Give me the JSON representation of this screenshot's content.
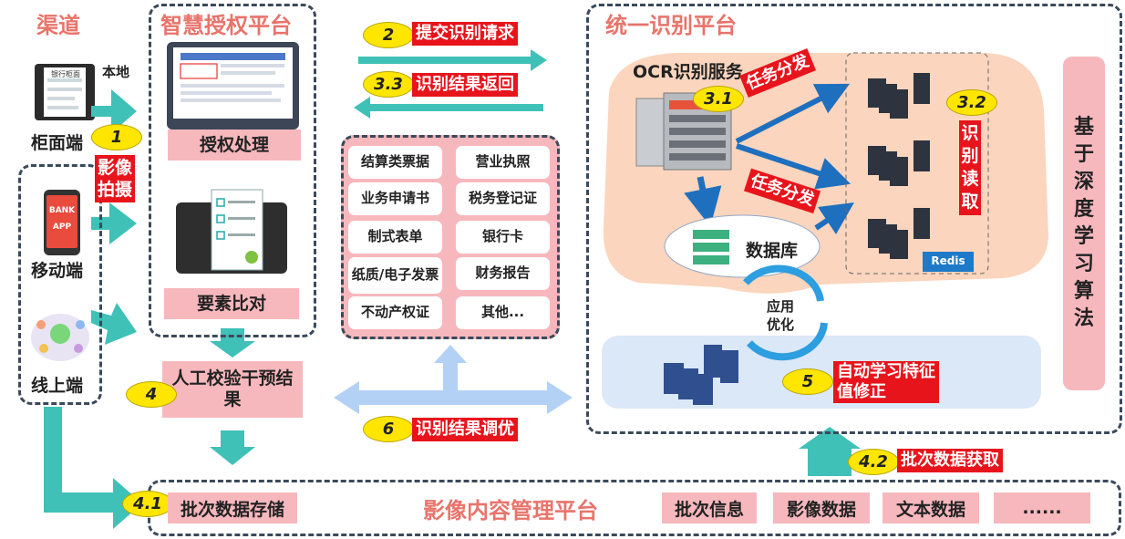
{
  "channels": {
    "title": "渠道",
    "local_label": "本地",
    "counter": "柜面端",
    "mobile": "移动端",
    "online": "线上端",
    "capture": "影像拍摄",
    "bank_app": [
      "BANK",
      "APP"
    ],
    "counter_screen_title": "银行柜面"
  },
  "auth_platform": {
    "title": "智慧授权平台",
    "auth_process": "授权处理",
    "element_compare": "要素比对"
  },
  "manual": "人工校验干预结果",
  "flows": {
    "submit": "提交识别请求",
    "return": "识别结果返回",
    "tune": "识别结果调优",
    "batch_fetch": "批次数据获取",
    "batch_store": "批次数据存储"
  },
  "badges": {
    "b1": "1",
    "b2": "2",
    "b33": "3.3",
    "b4": "4",
    "b41": "4.1",
    "b42": "4.2",
    "b6": "6",
    "b31": "3.1",
    "b32": "3.2",
    "b5": "5"
  },
  "doc_types": [
    "结算类票据",
    "营业执照",
    "业务申请书",
    "税务登记证",
    "制式表单",
    "银行卡",
    "纸质/电子发票",
    "财务报告",
    "不动产权证",
    "其他..."
  ],
  "recog_platform": {
    "title": "统一识别平台",
    "ocr": "OCR识别服务",
    "dispatch1": "任务分发",
    "dispatch2": "任务分发",
    "read": "识别读取",
    "database": "数据库",
    "redis": "Redis",
    "optimize": "应用优化",
    "learning": "自动学习特征值修正",
    "algorithm": "基于深度学习算法"
  },
  "content_mgmt": {
    "title": "影像内容管理平台",
    "items": [
      "批次信息",
      "影像数据",
      "文本数据",
      "......"
    ]
  }
}
